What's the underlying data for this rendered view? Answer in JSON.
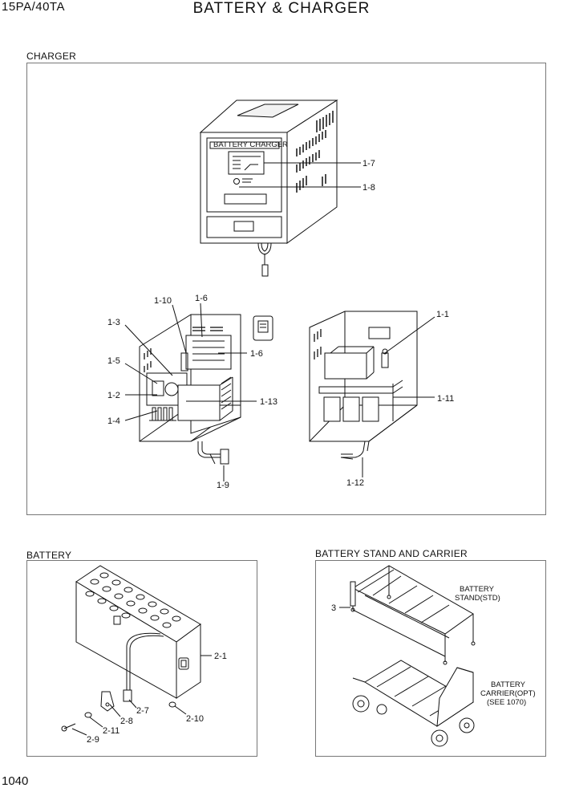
{
  "header": {
    "model": "15PA/40TA",
    "title": "BATTERY & CHARGER"
  },
  "sections": {
    "charger": "CHARGER",
    "battery": "BATTERY",
    "stand": "BATTERY STAND AND CARRIER"
  },
  "charger_front": {
    "panel_label": "BATTERY CHARGER"
  },
  "callouts": {
    "c1_7": "1-7",
    "c1_8": "1-8",
    "c1_10": "1-10",
    "c1_6a": "1-6",
    "c1_3": "1-3",
    "c1_6b": "1-6",
    "c1_5": "1-5",
    "c1_2": "1-2",
    "c1_13": "1-13",
    "c1_4": "1-4",
    "c1_9": "1-9",
    "c1_1": "1-1",
    "c1_11": "1-11",
    "c1_12": "1-12",
    "c2_1": "2-1",
    "c2_7": "2-7",
    "c2_8": "2-8",
    "c2_10": "2-10",
    "c2_11": "2-11",
    "c2_9": "2-9",
    "c3": "3"
  },
  "stand_labels": {
    "stand_l1": "BATTERY",
    "stand_l2": "STAND(STD)",
    "carrier_l1": "BATTERY",
    "carrier_l2": "CARRIER(OPT)",
    "carrier_l3": "(SEE 1070)"
  },
  "footer": {
    "page": "1040"
  }
}
